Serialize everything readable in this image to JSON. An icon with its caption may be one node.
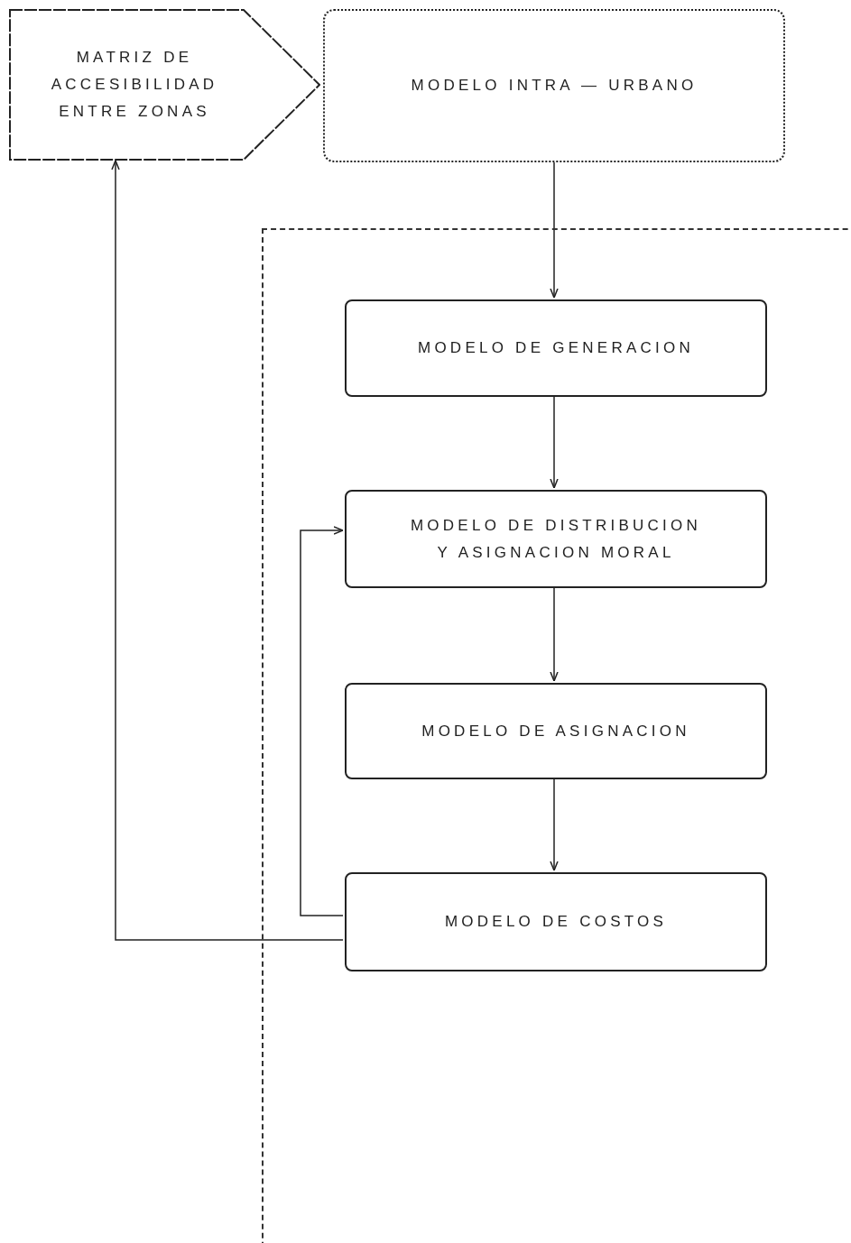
{
  "diagram": {
    "nodes": [
      {
        "text": [
          "MATRIZ DE ACCESIBILIDAD ENTRE ZONAS"
        ]
      },
      {
        "text": [
          "MODELO INTRA — URBANO"
        ]
      },
      {
        "text": [],
        "shape": "box"
      },
      {
        "text": [
          "MODELO DE GENERACION"
        ],
        "in": 2
      },
      {
        "text": [
          "MODELO DE DISTRIBUCION Y ASIGNACION MORAL"
        ],
        "in": 2
      },
      {
        "text": [
          "MODELO DE ASIGNACION"
        ],
        "in": 2
      },
      {
        "text": [
          "MODELO DE COSTOS"
        ],
        "in": 2
      }
    ],
    "edges": [
      {
        "from": 1,
        "to": 3,
        "arrow": "to"
      },
      {
        "from": 3,
        "to": 4,
        "arrow": "to"
      },
      {
        "from": 4,
        "to": 5,
        "arrow": "to"
      },
      {
        "from": 5,
        "to": 6,
        "arrow": "to"
      },
      {
        "from": 6,
        "to": 4,
        "arrow": "to"
      },
      {
        "from": 6,
        "to": 0,
        "arrow": "to"
      }
    ]
  }
}
